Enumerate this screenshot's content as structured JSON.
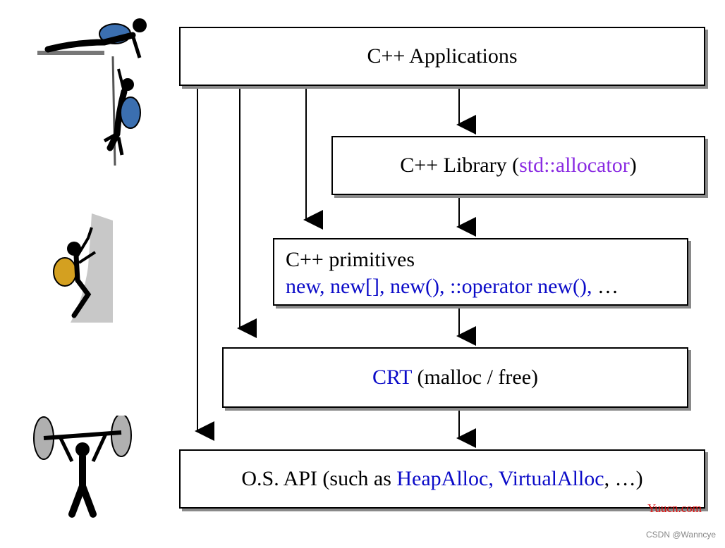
{
  "boxes": {
    "applications": {
      "label": "C++ Applications"
    },
    "library": {
      "prefix": "C++ Library (",
      "highlight": "std::allocator",
      "suffix": ")"
    },
    "primitives": {
      "line1": "C++ primitives",
      "line2": "new, new[], new(), ::operator new(), ",
      "line2_tail": "…"
    },
    "crt": {
      "highlight": "CRT",
      "rest": " (malloc / free)"
    },
    "os": {
      "prefix": "O.S. API (such as ",
      "highlight": "HeapAlloc, VirtualAlloc",
      "suffix": ", …)"
    }
  },
  "colors": {
    "highlight_purple": "#8a2be2",
    "highlight_blue": "#0b0bc8",
    "box_shadow": "#8a8a8a"
  },
  "watermarks": {
    "site": "Yuucn.com",
    "author": "CSDN @Wanncye"
  },
  "illustrations": [
    "climbers-icon",
    "rock-climber-icon",
    "weightlifter-icon"
  ]
}
